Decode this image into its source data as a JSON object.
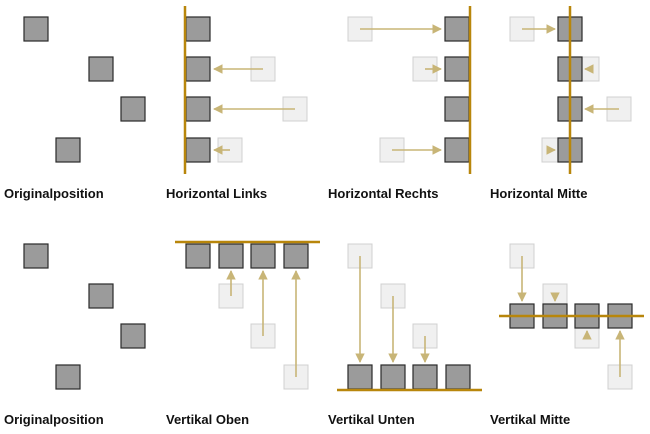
{
  "captions": {
    "original_top": "Originalposition",
    "horizontal_links": "Horizontal Links",
    "horizontal_rechts": "Horizontal Rechts",
    "horizontal_mitte": "Horizontal Mitte",
    "original_bottom": "Originalposition",
    "vertikal_oben": "Vertikal Oben",
    "vertikal_unten": "Vertikal Unten",
    "vertikal_mitte": "Vertikal Mitte"
  },
  "colors": {
    "box_fill": "#9b9b9b",
    "box_stroke": "#2a2a2a",
    "ghost_fill": "#f0f0f0",
    "ghost_stroke": "#d0d0d0",
    "guide_line": "#b8860b",
    "arrow": "#c8b577"
  }
}
